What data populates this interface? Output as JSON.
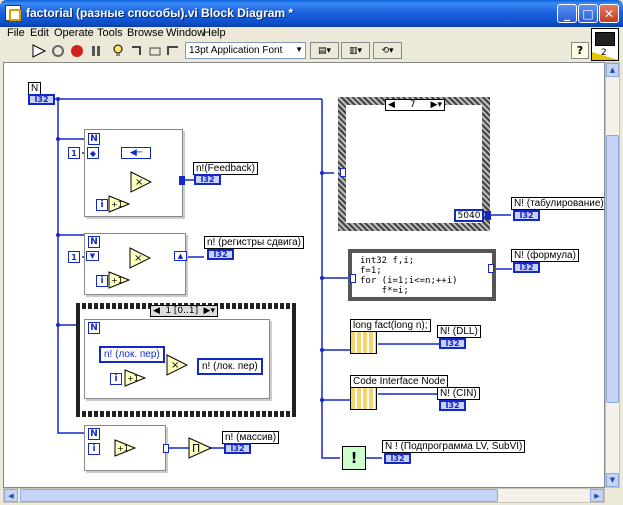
{
  "window": {
    "title": "factorial (разные способы).vi Block Diagram *",
    "min_glyph": "_",
    "max_glyph": "□",
    "close_glyph": "✕"
  },
  "menu": {
    "file": "File",
    "edit": "Edit",
    "operate": "Operate",
    "tools": "Tools",
    "browse": "Browse",
    "window": "Window",
    "help": "Help"
  },
  "toolbar": {
    "font_select": "13pt Application Font",
    "help_glyph": "?",
    "vi_icon_number": "2"
  },
  "diagram": {
    "n_label": "N",
    "n_type": "I32",
    "loop1": {
      "n": "N",
      "i": "i",
      "const": "1",
      "indicator_label": "n!(Feedback)",
      "indicator_type": "I32",
      "mult": "×",
      "inc": "+1"
    },
    "loop2": {
      "n": "N",
      "i": "i",
      "const": "1",
      "indicator_label": "n! (регистры сдвига)",
      "indicator_type": "I32",
      "mult": "×",
      "inc": "+1"
    },
    "sequence": {
      "selector": "1 [0..1]",
      "n": "N",
      "i": "i",
      "local_in": "n! (лок. пер)",
      "local_out": "n! (лок. пер)",
      "mult": "×",
      "inc": "+1"
    },
    "loop4": {
      "n": "N",
      "i": "i",
      "indicator_label": "n! (массив)",
      "indicator_type": "I32",
      "inc": "+1",
      "prod": "Π"
    },
    "case": {
      "selector": "7",
      "const_value": "5040",
      "indicator_label": "N! (табулирование)",
      "indicator_type": "I32"
    },
    "formula": {
      "lines": [
        "int32 f,i;",
        "f=1;",
        "for (i=1;i<=n;++i)",
        "    f*=i;"
      ],
      "indicator_label": "N! (формула)",
      "indicator_type": "I32"
    },
    "dll": {
      "label": "long fact(long n);",
      "indicator_label": "N! (DLL)",
      "indicator_type": "I32"
    },
    "cin": {
      "label": "Code Interface Node",
      "indicator_label": "N! (CIN)",
      "indicator_type": "I32"
    },
    "subvi": {
      "glyph": "!",
      "indicator_label": "N ! (Подпрограмма LV, SubVI)",
      "indicator_type": "I32"
    }
  }
}
